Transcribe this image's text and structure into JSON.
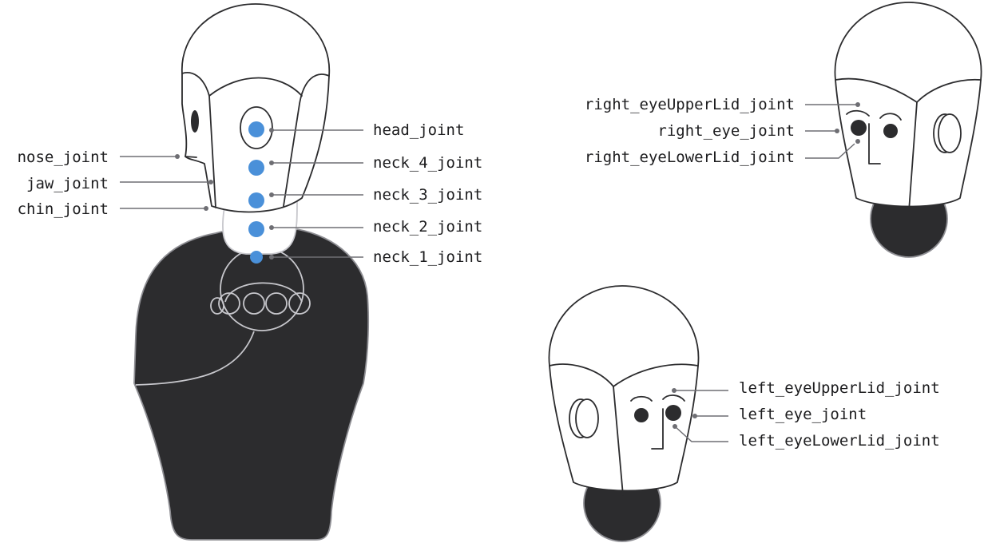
{
  "labels": {
    "nose": "nose_joint",
    "jaw": "jaw_joint",
    "chin": "chin_joint",
    "head": "head_joint",
    "neck4": "neck_4_joint",
    "neck3": "neck_3_joint",
    "neck2": "neck_2_joint",
    "neck1": "neck_1_joint",
    "right_upper_lid": "right_eyeUpperLid_joint",
    "right_eye": "right_eye_joint",
    "right_lower_lid": "right_eyeLowerLid_joint",
    "left_upper_lid": "left_eyeUpperLid_joint",
    "left_eye": "left_eye_joint",
    "left_lower_lid": "left_eyeLowerLid_joint"
  },
  "colors": {
    "joint": "#4a90d9",
    "body": "#2c2c2e",
    "leader": "#6e6e73"
  }
}
